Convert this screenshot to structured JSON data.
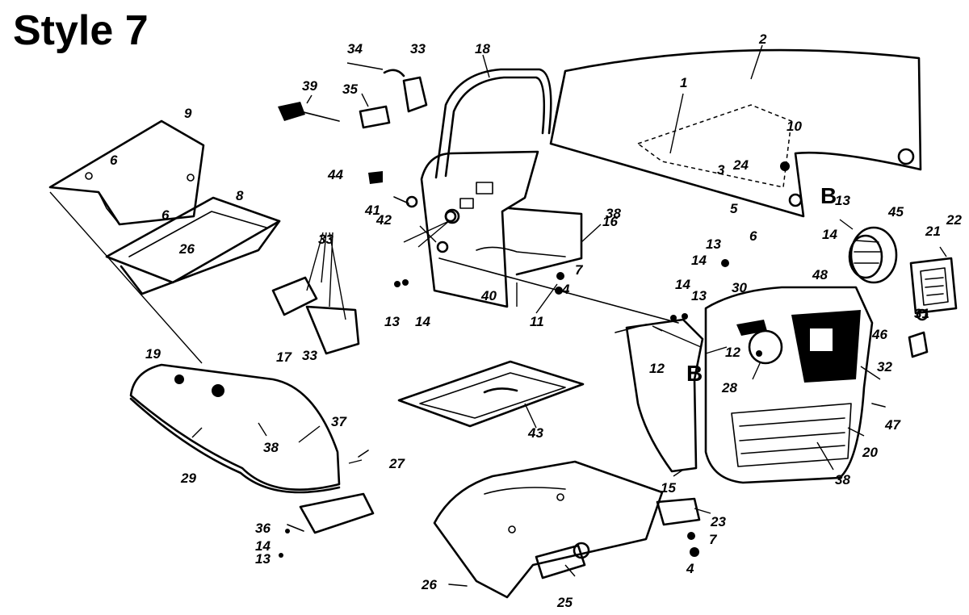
{
  "title": "Style 7",
  "section_marker": "B",
  "callouts": [
    "1",
    "2",
    "3",
    "4",
    "5",
    "6",
    "7",
    "8",
    "9",
    "10",
    "11",
    "12",
    "13",
    "14",
    "15",
    "16",
    "17",
    "18",
    "19",
    "20",
    "21",
    "22",
    "23",
    "24",
    "25",
    "26",
    "27",
    "28",
    "29",
    "30",
    "31",
    "32",
    "33",
    "34",
    "35",
    "36",
    "37",
    "38",
    "39",
    "40",
    "41",
    "42",
    "43",
    "44",
    "45",
    "46",
    "47",
    "48"
  ]
}
